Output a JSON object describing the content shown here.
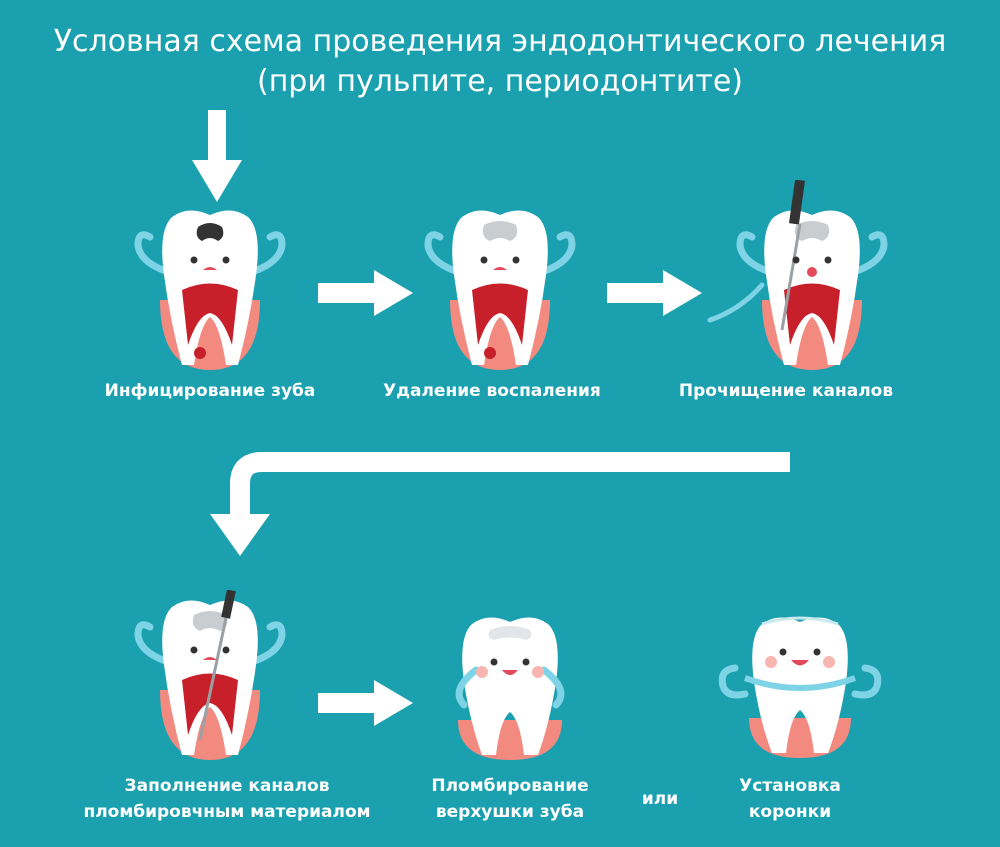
{
  "title": {
    "line1": "Условная схема проведения эндодонтического лечения",
    "line2": "(при пульпите, периодонтите)"
  },
  "steps": [
    {
      "label": "Инфицирование зуба"
    },
    {
      "label": "Удаление воспаления"
    },
    {
      "label": "Прочищение каналов"
    },
    {
      "label_line1": "Заполнение каналов",
      "label_line2": "пломбировчным материалом"
    },
    {
      "label_line1": "Пломбирование",
      "label_line2": "верхушки зуба"
    },
    {
      "label_line1": "Установка",
      "label_line2": "коронки"
    }
  ],
  "or_label": "или",
  "colors": {
    "background": "#1aa0ae",
    "arrow": "#ffffff",
    "gum": "#f28a80",
    "pulp": "#c8202a",
    "floss": "#7fd3e6"
  }
}
